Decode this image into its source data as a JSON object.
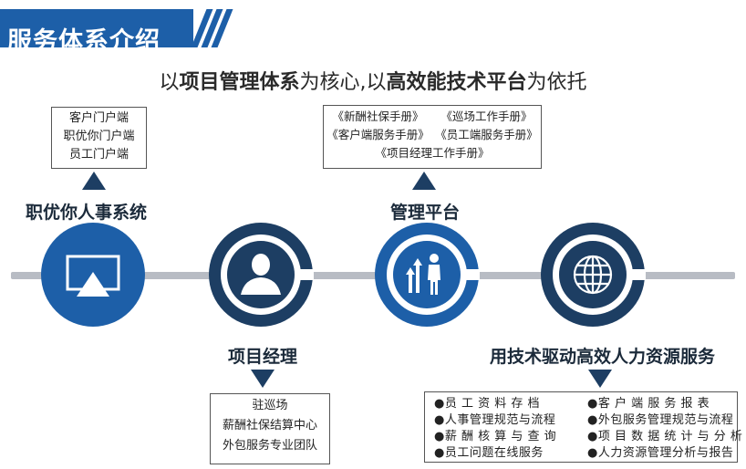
{
  "header": {
    "title": "服务体系介绍"
  },
  "headline": {
    "p1": "以",
    "p2": "项目管理体系",
    "p3": "为核心,以",
    "p4": "高效能技术平台",
    "p5": "为依托"
  },
  "portals": {
    "lines": [
      "客户门户端",
      "职优你门户端",
      "员工门户端"
    ]
  },
  "manuals": {
    "row1": [
      "《新酬社保手册》",
      "《巡场工作手册》"
    ],
    "row2": [
      "《客户端服务手册》",
      "《员工端服务手册》"
    ],
    "row3": "《项目经理工作手册》"
  },
  "nodes": {
    "hr_system": "职优你人事系统",
    "platform": "管理平台",
    "pm": "项目经理",
    "tech": "用技术驱动高效人力资源服务"
  },
  "pm_box": {
    "lines": [
      "驻巡场",
      "薪酬社保结算中心",
      "外包服务专业团队"
    ]
  },
  "services": {
    "items": [
      "●员 工 资 料 存 档",
      "●客 户 端 服 务 报 表",
      "●人事管理规范与流程",
      "●外包服务管理规范与流程",
      "●薪 酬 核 算 与 查 询",
      "●项 目 数 据 统 计 与 分 析",
      "●员工问题在线服务",
      "●人力资源管理分析与报告"
    ]
  },
  "colors": {
    "brand_blue": "#1d5fa8",
    "navy": "#1d3e63",
    "bar_gray": "#b8bcc4"
  },
  "icons": [
    "screen-share-icon",
    "person-icon",
    "growth-person-icon",
    "globe-icon"
  ]
}
